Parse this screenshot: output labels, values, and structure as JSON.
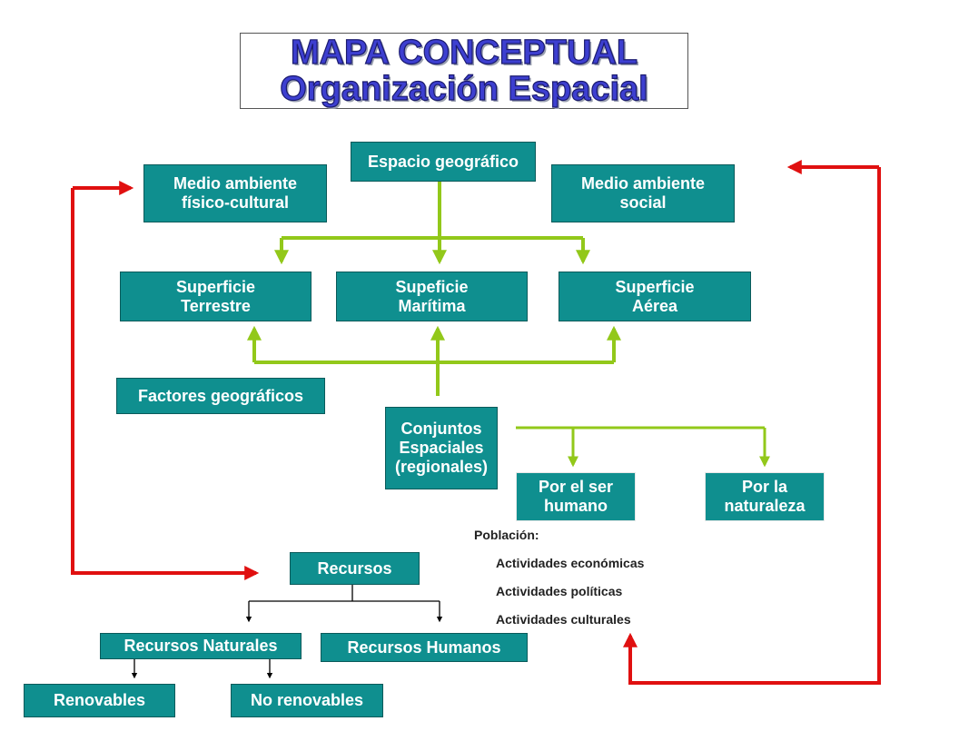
{
  "title": {
    "line1": "MAPA CONCEPTUAL",
    "line2": "Organización Espacial"
  },
  "nodes": {
    "espacio_geografico": "Espacio geográfico",
    "medio_fisico": "Medio ambiente\nfísico-cultural",
    "medio_social": "Medio ambiente\nsocial",
    "sup_terrestre": "Superficie\nTerrestre",
    "sup_maritima": "Supeficie\nMarítima",
    "sup_aerea": "Superficie\nAérea",
    "factores": "Factores geográficos",
    "conjuntos": "Conjuntos\nEspaciales\n(regionales)",
    "por_ser_humano": "Por el ser\nhumano",
    "por_naturaleza": "Por la\nnaturaleza",
    "recursos": "Recursos",
    "rec_naturales": "Recursos Naturales",
    "rec_humanos": "Recursos Humanos",
    "renovables": "Renovables",
    "no_renovables": "No renovables"
  },
  "poblacion": {
    "label": "Población:",
    "items": [
      "Actividades  económicas",
      "Actividades  políticas",
      "Actividades  culturales"
    ]
  },
  "colors": {
    "node_fill": "#0f8f8f",
    "green_connector": "#92c81a",
    "red_connector": "#e01010",
    "black_connector": "#000000",
    "title_text": "#3d3fd0"
  }
}
